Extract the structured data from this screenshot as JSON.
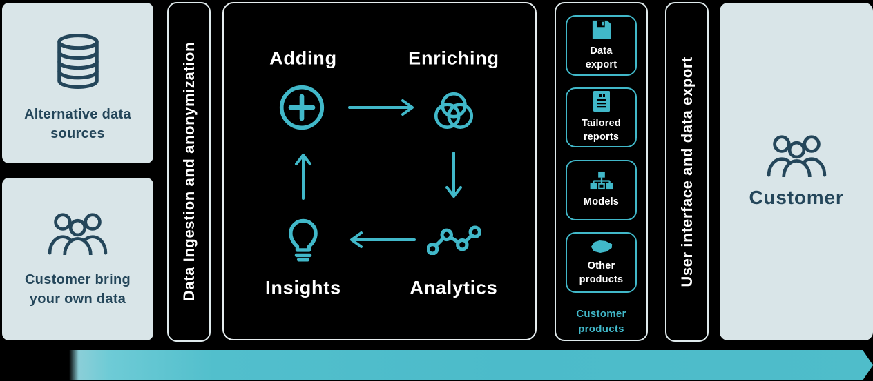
{
  "colors": {
    "teal": "#41b8c9",
    "navy": "#24465a",
    "panel_light": "#d9e5e8",
    "panel_dark": "#000000",
    "text_light": "#ffffff",
    "flow_arrow": "#4cbbca"
  },
  "sources": [
    {
      "label": "Alternative data sources",
      "icon": "database-icon"
    },
    {
      "label": "Customer bring your own data",
      "icon": "people-icon"
    }
  ],
  "ingestion_bar": {
    "label": "Data Ingestion and anonymization"
  },
  "cycle": {
    "adding": "Adding",
    "enriching": "Enriching",
    "insights": "Insights",
    "analytics": "Analytics"
  },
  "products": {
    "items": [
      {
        "label": "Data export",
        "icon": "save-icon"
      },
      {
        "label": "Tailored reports",
        "icon": "report-icon"
      },
      {
        "label": "Models",
        "icon": "models-icon"
      },
      {
        "label": "Other products",
        "icon": "blob-icon"
      }
    ],
    "caption": "Customer products"
  },
  "export_bar": {
    "label": "User interface and data export"
  },
  "customer": {
    "label": "Customer",
    "icon": "people-icon"
  }
}
